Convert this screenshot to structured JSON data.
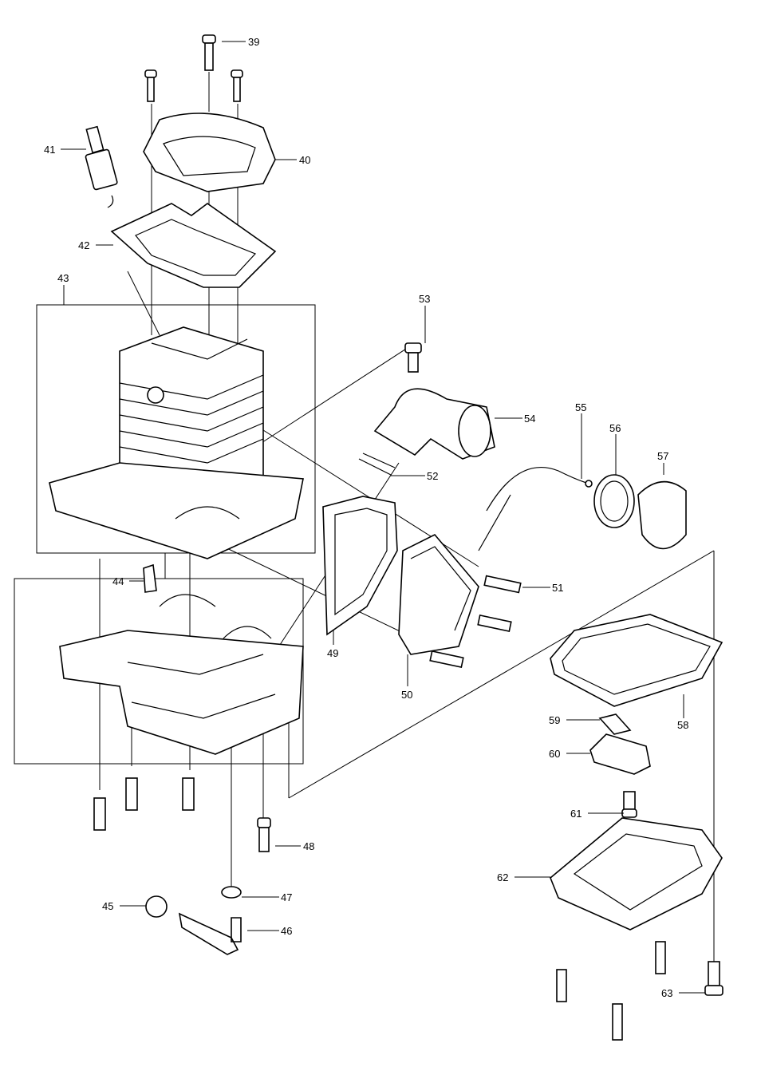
{
  "diagram": {
    "type": "exploded-parts-diagram",
    "line_color": "#000000",
    "background": "#ffffff",
    "callouts": [
      "39",
      "40",
      "41",
      "42",
      "43",
      "44",
      "45",
      "46",
      "47",
      "48",
      "49",
      "50",
      "51",
      "52",
      "53",
      "54",
      "55",
      "56",
      "57",
      "58",
      "59",
      "60",
      "61",
      "62",
      "63"
    ]
  }
}
